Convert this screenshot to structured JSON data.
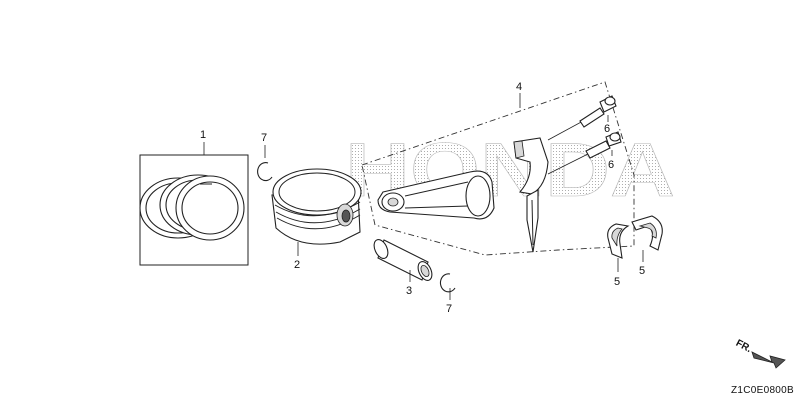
{
  "diagram": {
    "watermark": "HONDA",
    "diagram_code": "Z1C0E0800B",
    "direction_label": "FR.",
    "callouts": {
      "rings": "1",
      "piston": "2",
      "pin": "3",
      "rod": "4",
      "bearing_a": "5",
      "bearing_b": "5",
      "bolt_upper": "6",
      "bolt_lower": "6",
      "clip_upper": "7",
      "clip_lower": "7"
    }
  }
}
